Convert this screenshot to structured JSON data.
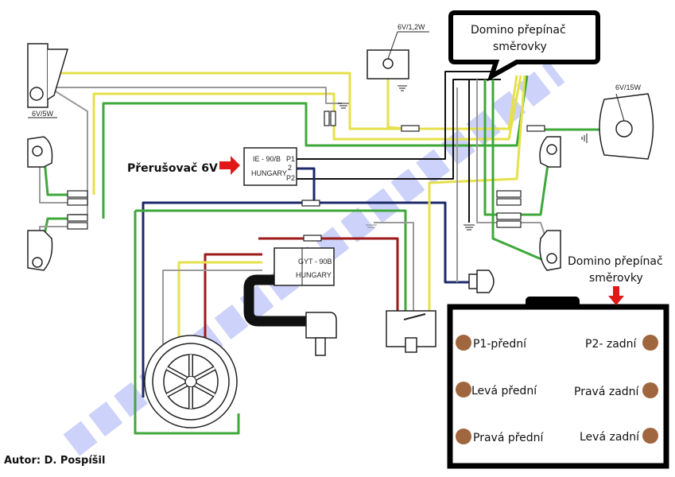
{
  "labels": {
    "rear_lamp": "6V/5W",
    "small_bulb": "6V/1,2W",
    "headlamp": "6V/15W",
    "flasher_model": "IE - 90/B",
    "flasher_made": "HUNGARY",
    "flasher_pin_p1": "P1",
    "flasher_pin_2": "2",
    "flasher_pin_p2": "P2",
    "flasher_caption": "Přerušovač 6V",
    "coil_model": "GYT - 90B",
    "coil_made": "HUNGARY",
    "author": "Autor: D. Pospíšil"
  },
  "callout_top": {
    "line1": "Domino přepínač",
    "line2": "směrovky"
  },
  "callout_bottom": {
    "line1": "Domino přepínač",
    "line2": "směrovky"
  },
  "domino_pins": [
    {
      "label": "P1-přední"
    },
    {
      "label": "P2- zadní"
    },
    {
      "label": "Levá přední"
    },
    {
      "label": "Pravá zadní"
    },
    {
      "label": "Pravá přední"
    },
    {
      "label": "Levá zadní"
    }
  ],
  "colors": {
    "wire_yellow": "#e6e04a",
    "wire_green": "#3ea83a",
    "wire_gray": "#9a9a9a",
    "wire_black": "#111111",
    "wire_blue": "#1c2a6a",
    "wire_red": "#9c1a1a",
    "arrow_red": "#e01818",
    "pin_brown": "#a0673f",
    "watermark": "#6f7ff0"
  }
}
